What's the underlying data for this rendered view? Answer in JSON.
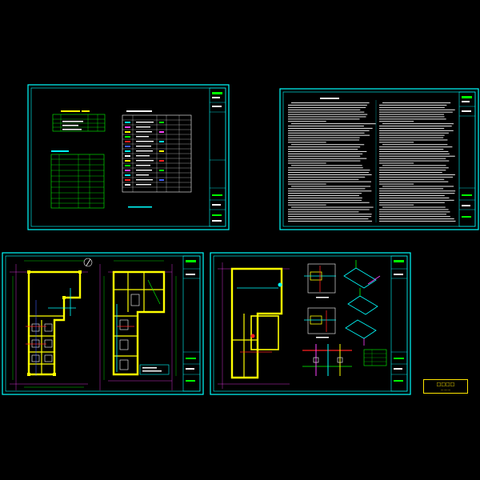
{
  "colors": {
    "background": "#000000",
    "frame": "#00ffff",
    "text_white": "#ffffff",
    "green": "#00ff00",
    "yellow": "#ffff00",
    "red": "#ff2020",
    "magenta": "#ff40ff",
    "blue": "#4060ff"
  },
  "sheets": [
    {
      "id": "sheet-index-legend",
      "kind": "tables"
    },
    {
      "id": "sheet-design-notes",
      "kind": "text"
    },
    {
      "id": "sheet-floor-plans",
      "kind": "plan"
    },
    {
      "id": "sheet-plan-and-details",
      "kind": "plan-details"
    }
  ],
  "stamp": {
    "icons": [
      "logo-stamp"
    ]
  }
}
